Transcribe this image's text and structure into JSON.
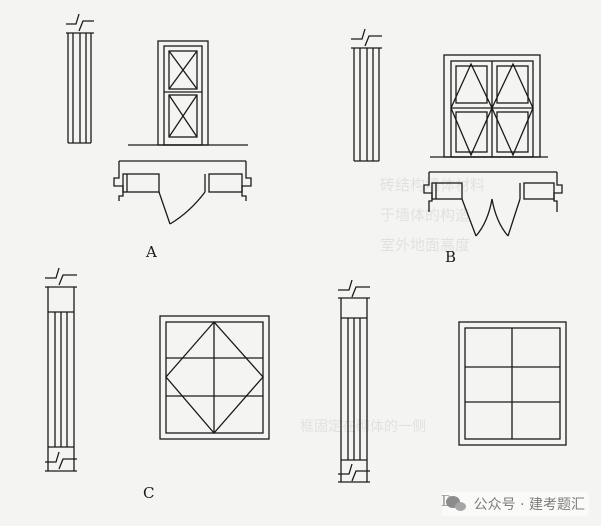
{
  "labels": {
    "a": "A",
    "b": "B",
    "c": "C",
    "d": "D"
  },
  "watermark": {
    "text": "公众号 · 建考题汇",
    "icon": "wechat-icon"
  },
  "colors": {
    "ink": "#1a1a1a",
    "paper": "#f4f4f2"
  }
}
